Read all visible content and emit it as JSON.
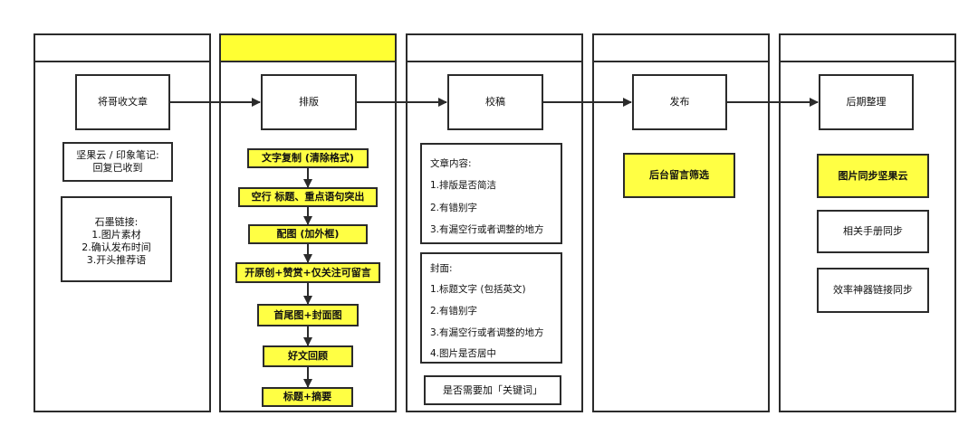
{
  "stages": [
    {
      "title": "",
      "main": "将哥收文章",
      "note1": [
        "坚果云 / 印象笔记:",
        "回复已收到"
      ],
      "note2": [
        "石墨链接:",
        "1.图片素材",
        "2.确认发布时间",
        "3.开头推荐语"
      ]
    },
    {
      "title": "",
      "main": "排版",
      "steps": [
        "文字复制 (清除格式)",
        "空行 标题、重点语句突出",
        "配图 (加外框)",
        "开原创+赞赏+仅关注可留言",
        "首尾图+封面图",
        "好文回顾",
        "标题+摘要"
      ]
    },
    {
      "title": "",
      "main": "校稿",
      "content_title": "文章内容:",
      "content_items": [
        "1.排版是否简洁",
        "2.有错别字",
        "3.有漏空行或者调整的地方"
      ],
      "cover_title": "封面:",
      "cover_items": [
        "1.标题文字 (包括英文)",
        "2.有错别字",
        "3.有漏空行或者调整的地方",
        "4.图片是否居中"
      ],
      "keyword": "是否需要加「关键词」"
    },
    {
      "title": "",
      "main": "发布",
      "item": "后台留言筛选"
    },
    {
      "title": "",
      "main": "后期整理",
      "items": [
        "图片同步坚果云",
        "相关手册同步",
        "效率神器链接同步"
      ]
    }
  ],
  "colors": {
    "highlight": "#ffff44",
    "line": "#2b2b2b"
  }
}
